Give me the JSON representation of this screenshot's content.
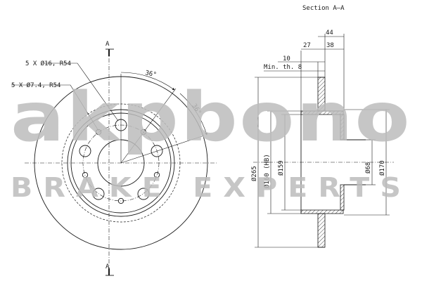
{
  "section_title": "Section A–A",
  "section_marker": "A",
  "front_view": {
    "hole_callout_large": "5 X Ø16, R54",
    "hole_callout_small": "5 X Ø7.4, R54",
    "angle_label_top": "36°",
    "angle_label_side": "36°"
  },
  "section_view": {
    "dim_overall_width": "44",
    "dim_offset": "27",
    "dim_hat_depth": "38",
    "dim_thickness": "10",
    "min_thickness_label": "Min. th. 8",
    "dia_outer": "Ø265",
    "dia_hb": "Ø160 (HB)",
    "dia_159": "Ø159",
    "dia_center": "Ø68",
    "dia_170": "Ø170"
  },
  "watermark": {
    "logo": "akpbono",
    "tagline": "BRAKE EXPERTS",
    "color": "#bdbdbd"
  }
}
